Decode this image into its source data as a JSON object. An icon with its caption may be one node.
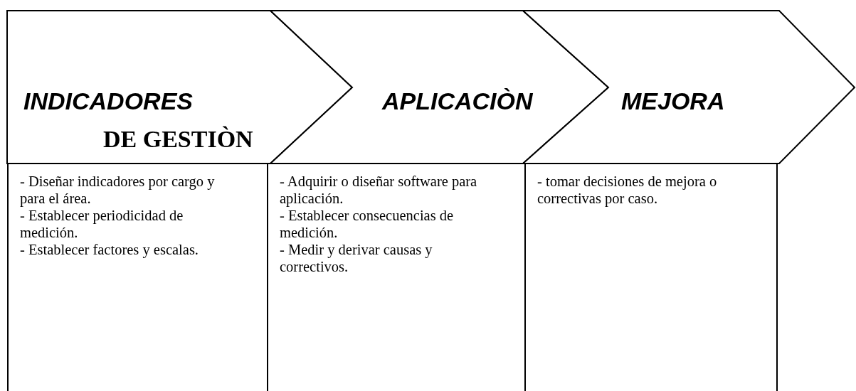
{
  "diagram": {
    "nodes": [
      {
        "text": [
          "INDICADORES",
          "DE GESTIÒN"
        ]
      },
      {
        "text": [
          "APLICACIÒN"
        ]
      },
      {
        "text": [
          "MEJORA"
        ]
      },
      {
        "text": [
          "- Diseñar indicadores por cargo y para el área.",
          "- Establecer periodicidad de medición.",
          "- Establecer factores y escalas."
        ]
      },
      {
        "text": [
          "- Adquirir o diseñar software para aplicación.",
          "- Establecer consecuencias de medición.",
          "- Medir y derivar causas y correctivos."
        ]
      },
      {
        "text": [
          "- tomar decisiones de mejora o correctivas por caso."
        ]
      }
    ]
  }
}
